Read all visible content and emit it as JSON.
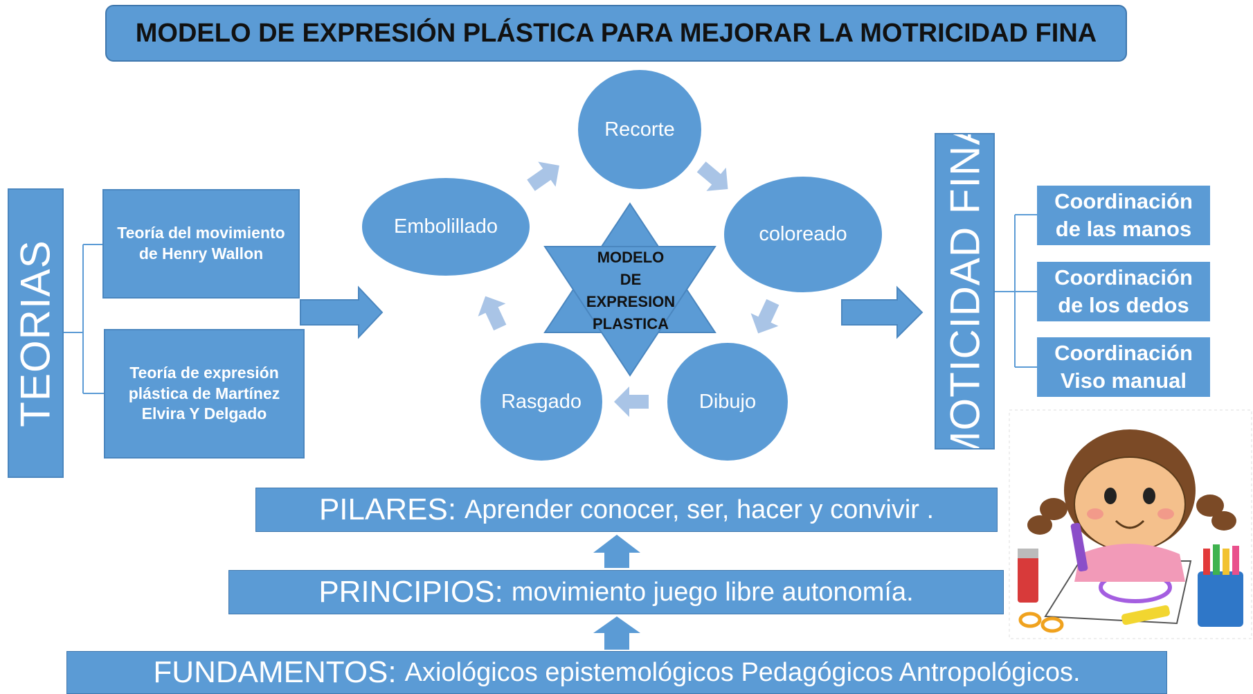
{
  "title": "MODELO DE EXPRESIÓN PLÁSTICA PARA MEJORAR LA MOTRICIDAD FINA",
  "left": {
    "label": "TEORIAS",
    "items": [
      {
        "lines": [
          "Teoría del movimiento",
          "de Henry Wallon"
        ]
      },
      {
        "lines": [
          "Teoría  de expresión",
          "plástica de Martínez",
          "Elvira Y Delgado"
        ]
      }
    ]
  },
  "center": {
    "star_lines": [
      "MODELO",
      "DE",
      "EXPRESION",
      "PLASTICA"
    ],
    "cycle": [
      "Recorte",
      "coloreado",
      "Dibujo",
      "Rasgado",
      "Embolillado"
    ]
  },
  "right": {
    "label": "MOTICIDAD FINA",
    "items": [
      {
        "lines": [
          "Coordinación",
          "de las manos"
        ]
      },
      {
        "lines": [
          "Coordinación",
          "de los dedos"
        ]
      },
      {
        "lines": [
          "Coordinación",
          "Viso manual"
        ]
      }
    ]
  },
  "bottom": {
    "pilares": {
      "label": "PILARES:",
      "text": "Aprender conocer, ser, hacer y convivir   ."
    },
    "principios": {
      "label": "PRINCIPIOS:",
      "text": "movimiento juego libre autonomía."
    },
    "fundamentos": {
      "label": "FUNDAMENTOS:",
      "text": "Axiológicos epistemológicos Pedagógicos Antropológicos."
    }
  },
  "colors": {
    "box": "#5b9bd5",
    "arrow_light": "#a9c4e6",
    "connector": "#5b9bd5"
  },
  "illustration": "child-drawing-with-markers"
}
